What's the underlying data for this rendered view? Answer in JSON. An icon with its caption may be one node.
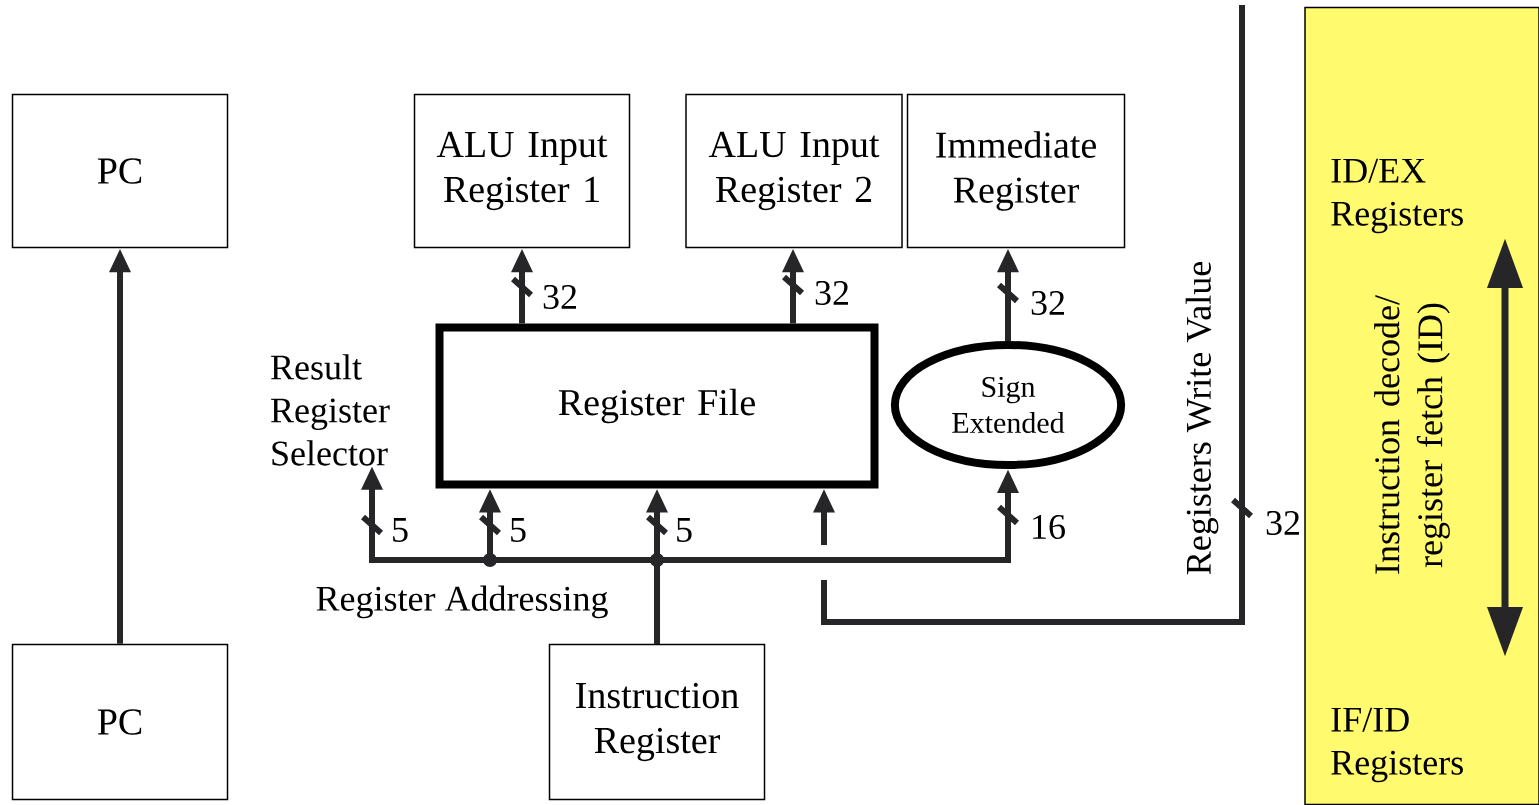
{
  "diagram": {
    "nodes": [
      {
        "text": [
          "PC"
        ]
      },
      {
        "text": [
          "PC"
        ]
      },
      {
        "text": [
          "ALU Input Register 1"
        ]
      },
      {
        "text": [
          "ALU Input Register 2"
        ]
      },
      {
        "text": [
          "Immediate Register"
        ]
      },
      {
        "text": [
          "Register File"
        ]
      },
      {
        "text": [
          "Sign Extended"
        ]
      },
      {
        "text": [
          "Instruction Register"
        ]
      },
      {
        "text": [
          "Result Register Selector"
        ]
      },
      {
        "text": [
          "ID/EX Registers",
          "Instruction decode/ register fetch (ID)",
          "IF/ID Registers"
        ]
      }
    ],
    "edges": [
      {
        "from": 1,
        "to": 0,
        "arrow": "to"
      },
      {
        "from": 5,
        "to": 2,
        "arrow": "to",
        "label": "32"
      },
      {
        "from": 5,
        "to": 3,
        "arrow": "to",
        "label": "32"
      },
      {
        "from": 6,
        "to": 4,
        "arrow": "to",
        "label": "32"
      },
      {
        "from": 7,
        "to": 8,
        "arrow": "to",
        "label": "5"
      },
      {
        "from": 7,
        "to": 5,
        "arrow": "to",
        "label": "5"
      },
      {
        "from": 7,
        "to": 5,
        "arrow": "to",
        "label": "5"
      },
      {
        "from": 7,
        "to": 6,
        "arrow": "to",
        "label": "16"
      },
      {
        "from": null,
        "to": 5,
        "arrow": "to",
        "label": "32"
      }
    ],
    "labels": [
      "Register Addressing",
      "Registers Write Value"
    ]
  }
}
